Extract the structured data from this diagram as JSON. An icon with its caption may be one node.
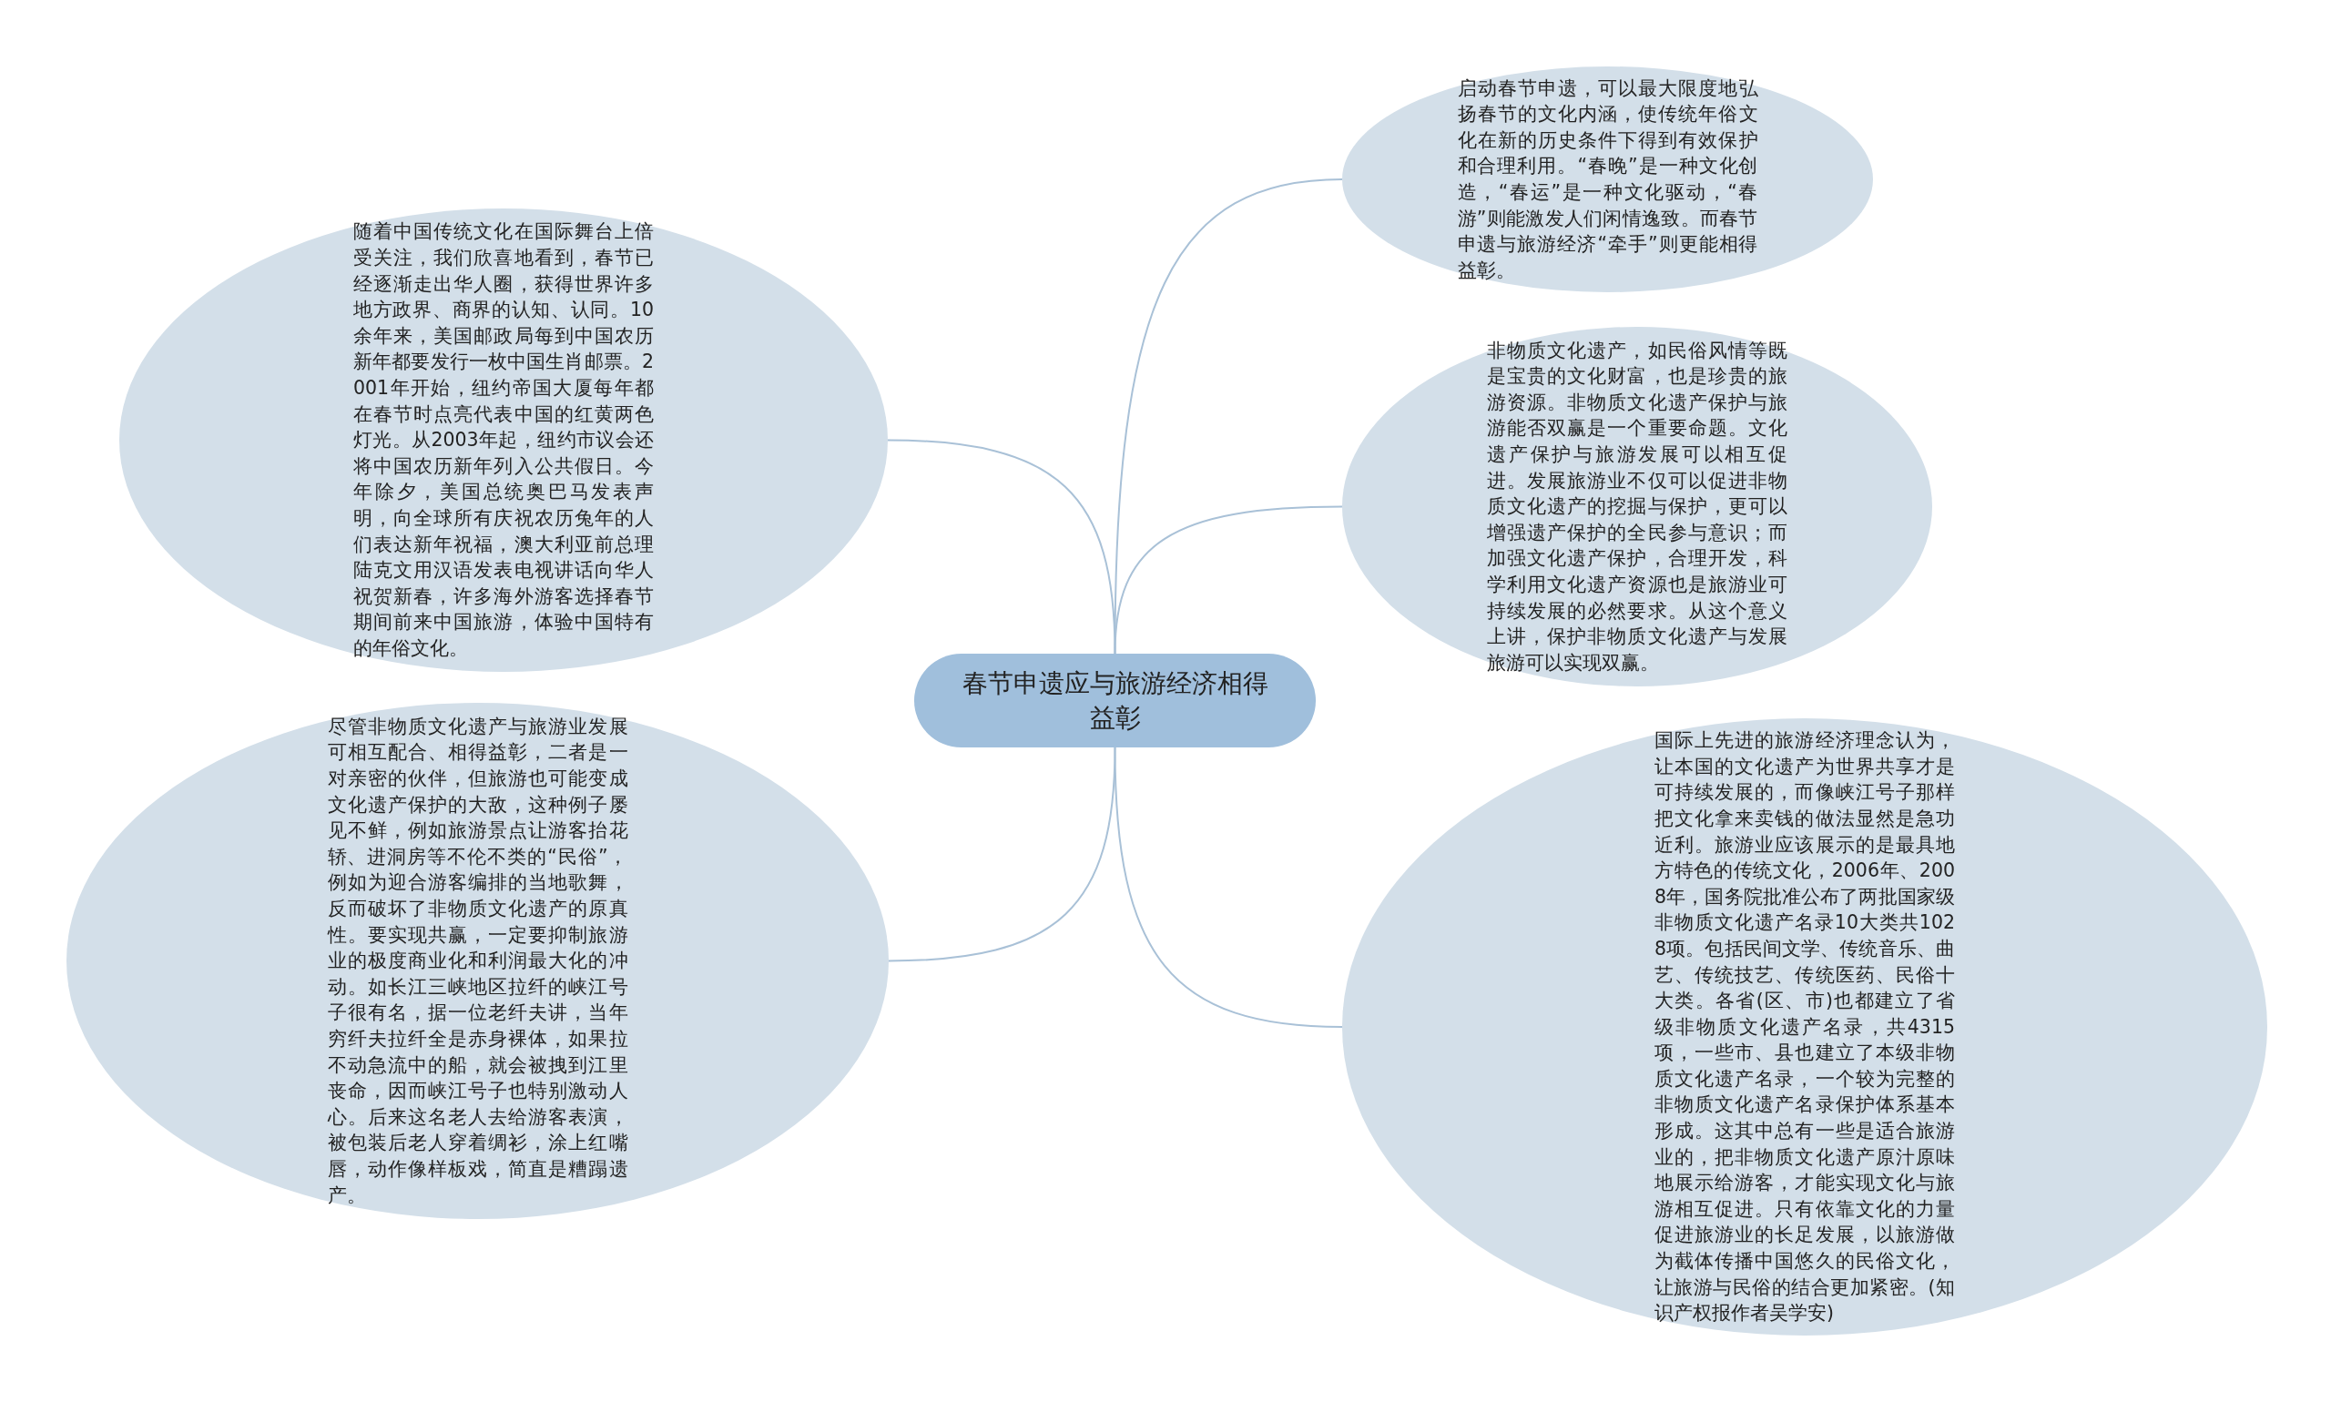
{
  "diagram": {
    "nodes": [
      {
        "text": [
          "春节申遗应与旅游经济相得益彰"
        ]
      },
      {
        "text": [
          "启动春节申遗，可以最大限度地弘扬春节的文化内涵，使传统年俗文化在新的历史条件下得到有效保护和合理利用。“春晚”是一种文化创造，“春运”是一种文化驱动，“春游”则能激发人们闲情逸致。而春节申遗与旅游经济“牵手”则更能相得益彰。"
        ]
      },
      {
        "text": [
          "非物质文化遗产，如民俗风情等既是宝贵的文化财富，也是珍贵的旅游资源。非物质文化遗产保护与旅游能否双赢是一个重要命题。文化遗产保护与旅游发展可以相互促进。发展旅游业不仅可以促进非物质文化遗产的挖掘与保护，更可以增强遗产保护的全民参与意识；而加强文化遗产保护，合理开发，科学利用文化遗产资源也是旅游业可持续发展的必然要求。从这个意义上讲，保护非物质文化遗产与发展旅游可以实现双赢。"
        ]
      },
      {
        "text": [
          "国际上先进的旅游经济理念认为，让本国的文化遗产为世界共享才是可持续发展的，而像峡江号子那样把文化拿来卖钱的做法显然是急功近利。旅游业应该展示的是最具地方特色的传统文化，2006年、2008年，国务院批准公布了两批国家级非物质文化遗产名录10大类共1028项。包括民间文学、传统音乐、曲艺、传统技艺、传统医药、民俗十大类。各省(区、市)也都建立了省级非物质文化遗产名录，共4315项，一些市、县也建立了本级非物质文化遗产名录，一个较为完整的非物质文化遗产名录保护体系基本形成。这其中总有一些是适合旅游业的，把非物质文化遗产原汁原味地展示给游客，才能实现文化与旅游相互促进。只有依靠文化的力量促进旅游业的长足发展，以旅游做为截体传播中国悠久的民俗文化，让旅游与民俗的结合更加紧密。(知识产权报作者吴学安)"
        ]
      },
      {
        "text": [
          "随着中国传统文化在国际舞台上倍受关注，我们欣喜地看到，春节已经逐渐走出华人圈，获得世界许多地方政界、商界的认知、认同。10余年来，美国邮政局每到中国农历新年都要发行一枚中国生肖邮票。2001年开始，纽约帝国大厦每年都在春节时点亮代表中国的红黄两色灯光。从2003年起，纽约市议会还将中国农历新年列入公共假日。今年除夕，美国总统奥巴马发表声明，向全球所有庆祝农历兔年的人们表达新年祝福，澳大利亚前总理陆克文用汉语发表电视讲话向华人祝贺新春，许多海外游客选择春节期间前来中国旅游，体验中国特有的年俗文化。"
        ]
      },
      {
        "text": [
          "尽管非物质文化遗产与旅游业发展可相互配合、相得益彰，二者是一对亲密的伙伴，但旅游也可能变成文化遗产保护的大敌，这种例子屡见不鲜，例如旅游景点让游客抬花轿、进洞房等不伦不类的“民俗”，例如为迎合游客编排的当地歌舞，反而破坏了非物质文化遗产的原真性。要实现共赢，一定要抑制旅游业的极度商业化和利润最大化的冲动。如长江三峡地区拉纤的峡江号子很有名，据一位老纤夫讲，当年穷纤夫拉纤全是赤身裸体，如果拉不动急流中的船，就会被拽到江里丧命，因而峡江号子也特别激动人心。后来这名老人去给游客表演，被包装后老人穿着绸衫，涂上红嘴唇，动作像样板戏，简直是糟蹋遗产。"
        ]
      }
    ],
    "edges": [
      {
        "from": 0,
        "to": 1,
        "arrow": "none"
      },
      {
        "from": 0,
        "to": 2,
        "arrow": "none"
      },
      {
        "from": 0,
        "to": 3,
        "arrow": "none"
      },
      {
        "from": 0,
        "to": 4,
        "arrow": "none"
      },
      {
        "from": 0,
        "to": 5,
        "arrow": "none"
      }
    ]
  }
}
